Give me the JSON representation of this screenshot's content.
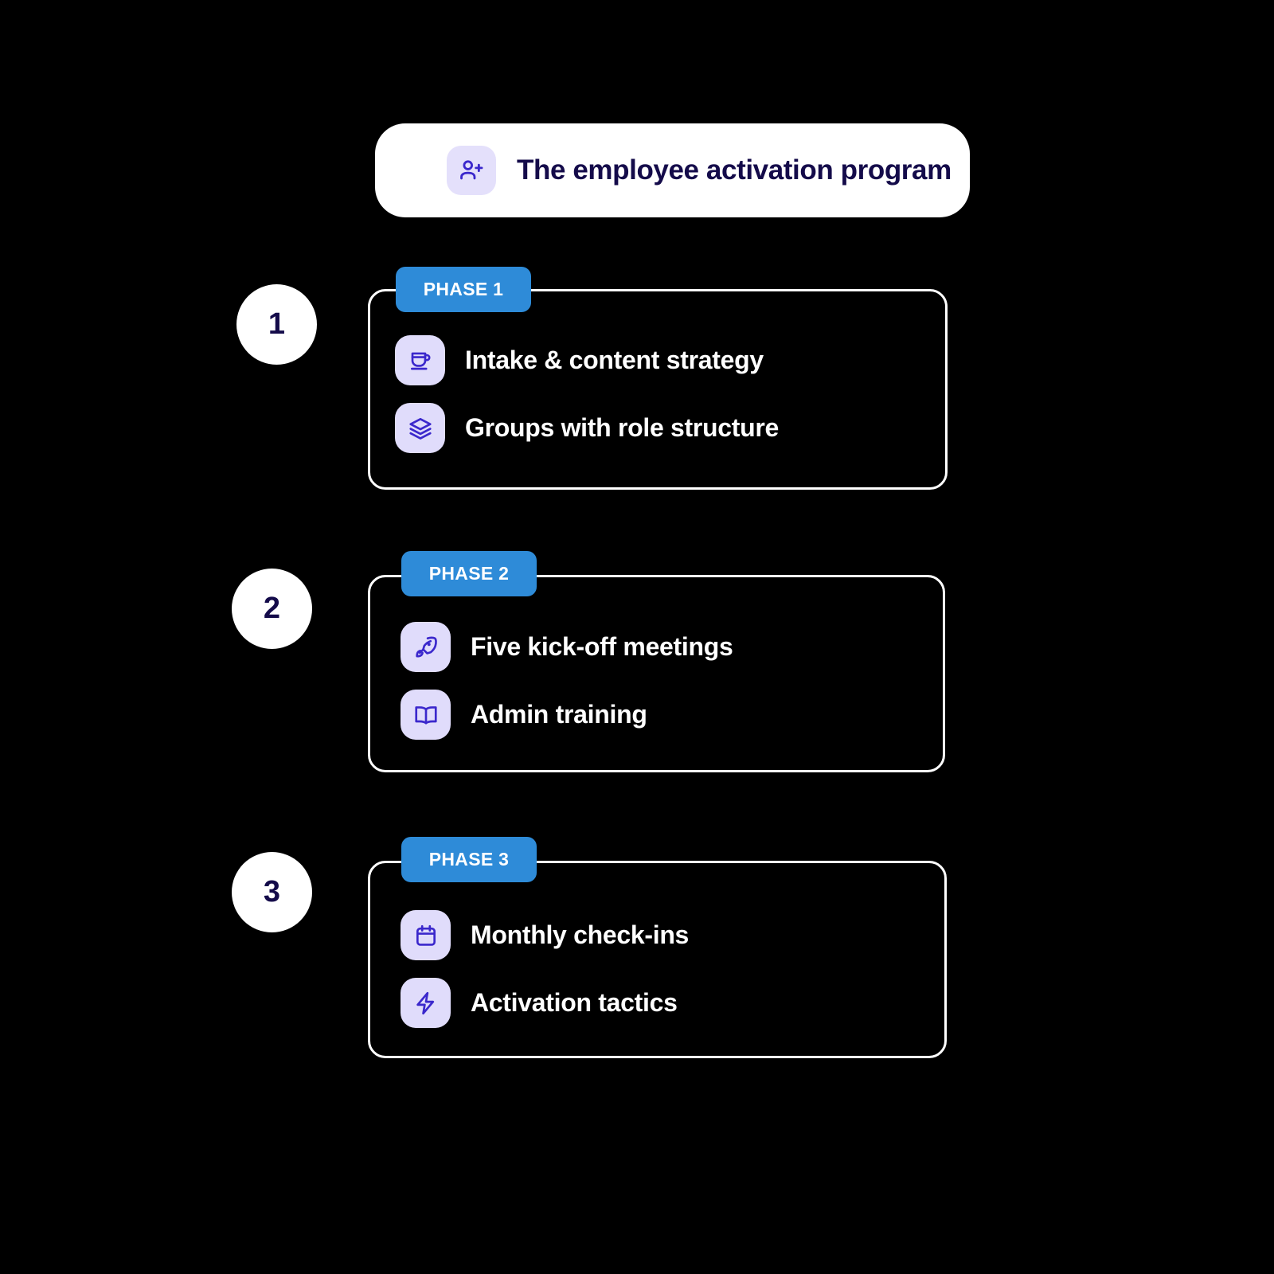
{
  "header": {
    "title": "The employee activation program",
    "icon": "user-plus-icon",
    "icon_bg": "#E4E0FB",
    "card_bg": "#FFFFFF",
    "title_color": "#140B4A"
  },
  "theme": {
    "background": "#000000",
    "badge_blue": "#2E8BD8",
    "icon_purple": "#3B28CC",
    "icon_badge_bg": "#E0DCFB",
    "card_border": "#FFFFFF",
    "text_white": "#FFFFFF",
    "navy": "#140B4A"
  },
  "phases": [
    {
      "step_number": "1",
      "badge_label": "PHASE 1",
      "tasks": [
        {
          "icon": "coffee-cup-icon",
          "label": "Intake & content strategy"
        },
        {
          "icon": "layers-icon",
          "label": "Groups with role structure"
        }
      ]
    },
    {
      "step_number": "2",
      "badge_label": "PHASE 2",
      "tasks": [
        {
          "icon": "rocket-icon",
          "label": "Five kick-off meetings"
        },
        {
          "icon": "open-book-icon",
          "label": "Admin training"
        }
      ]
    },
    {
      "step_number": "3",
      "badge_label": "PHASE 3",
      "tasks": [
        {
          "icon": "calendar-icon",
          "label": "Monthly check-ins"
        },
        {
          "icon": "lightning-bolt-icon",
          "label": "Activation tactics"
        }
      ]
    }
  ]
}
